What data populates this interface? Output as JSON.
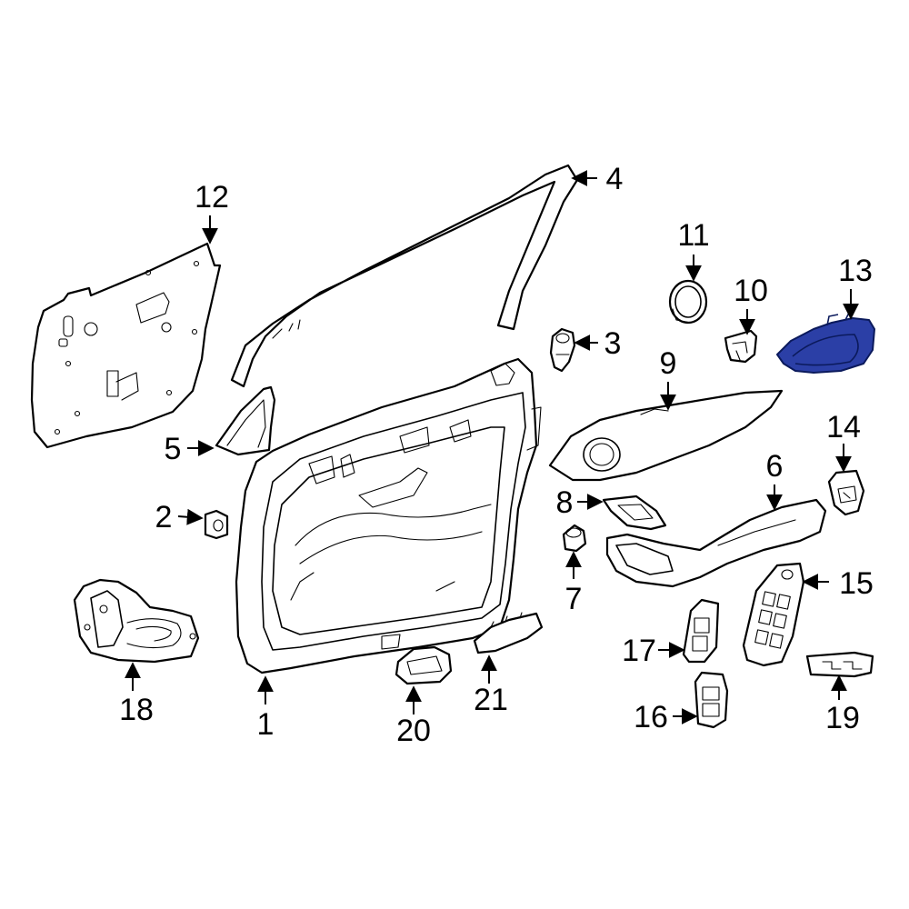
{
  "highlight_color": "#2b3fa6",
  "callouts": [
    {
      "id": "c1",
      "label": "1"
    },
    {
      "id": "c2",
      "label": "2"
    },
    {
      "id": "c3",
      "label": "3"
    },
    {
      "id": "c4",
      "label": "4"
    },
    {
      "id": "c5",
      "label": "5"
    },
    {
      "id": "c6",
      "label": "6"
    },
    {
      "id": "c7",
      "label": "7"
    },
    {
      "id": "c8",
      "label": "8"
    },
    {
      "id": "c9",
      "label": "9"
    },
    {
      "id": "c10",
      "label": "10"
    },
    {
      "id": "c11",
      "label": "11"
    },
    {
      "id": "c12",
      "label": "12"
    },
    {
      "id": "c13",
      "label": "13"
    },
    {
      "id": "c14",
      "label": "14"
    },
    {
      "id": "c15",
      "label": "15"
    },
    {
      "id": "c16",
      "label": "16"
    },
    {
      "id": "c17",
      "label": "17"
    },
    {
      "id": "c18",
      "label": "18"
    },
    {
      "id": "c19",
      "label": "19"
    },
    {
      "id": "c20",
      "label": "20"
    },
    {
      "id": "c21",
      "label": "21"
    }
  ]
}
